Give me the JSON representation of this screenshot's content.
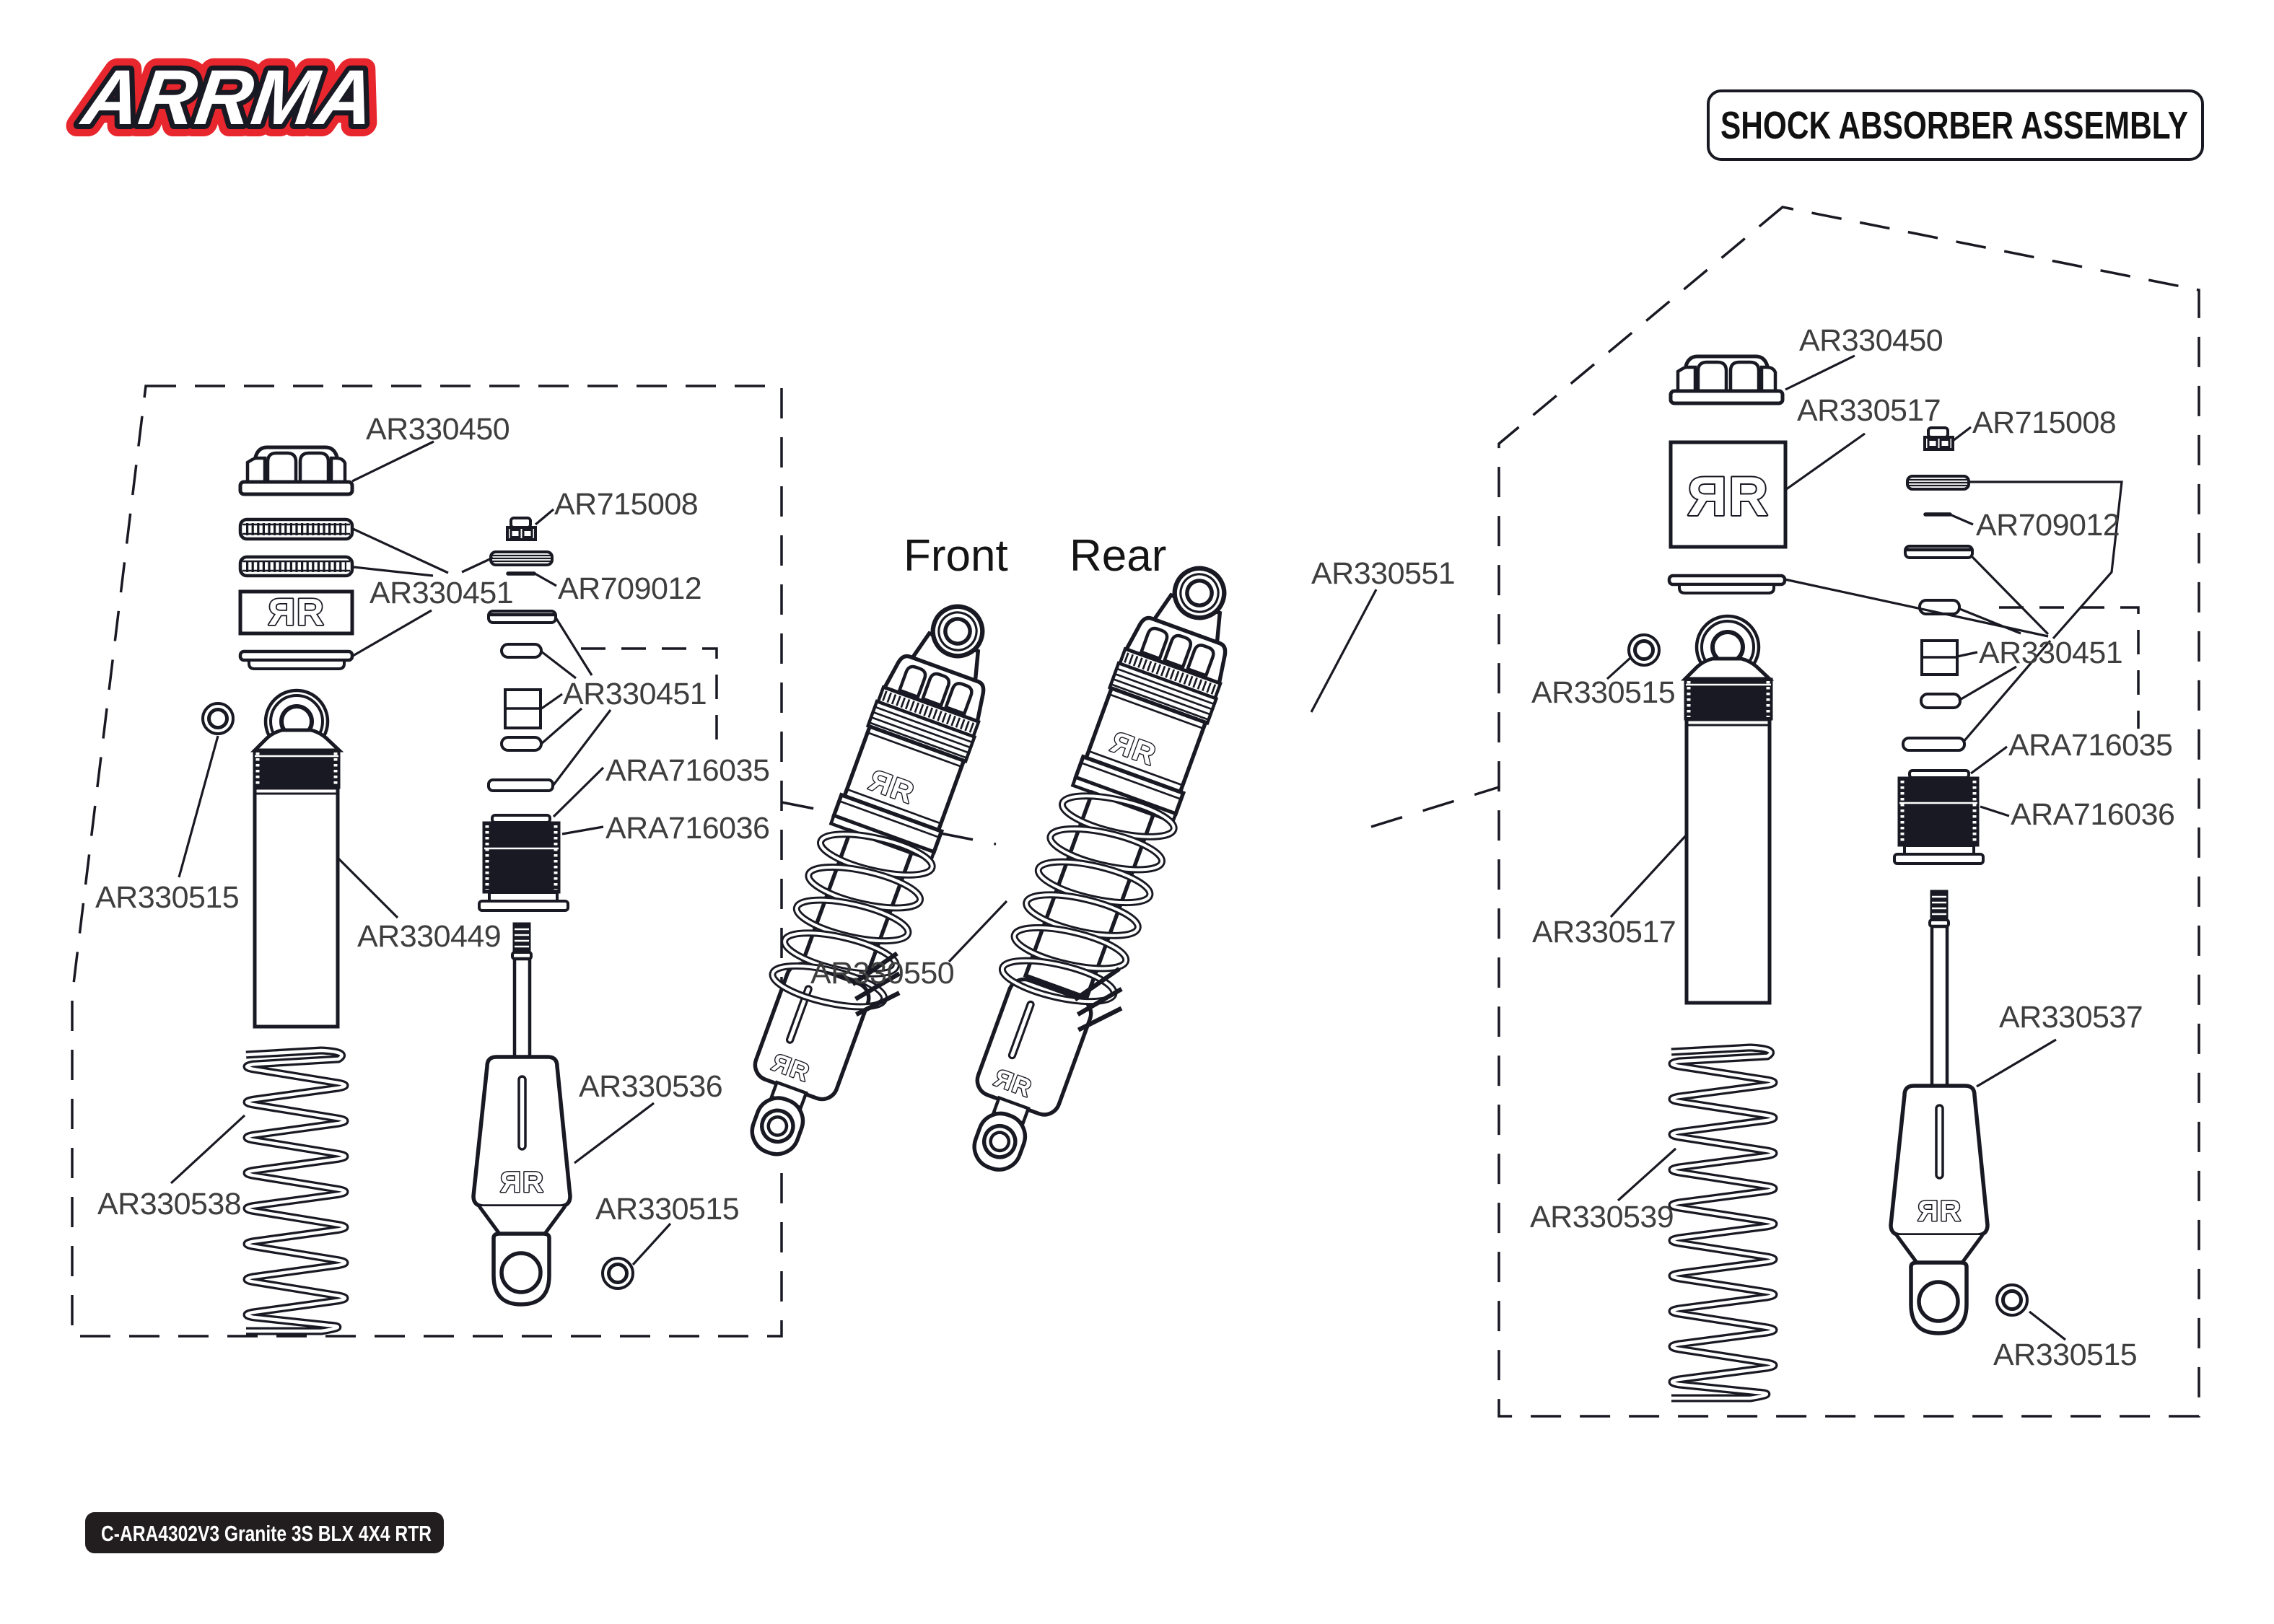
{
  "page": {
    "brand": "ARRMA",
    "title": "SHOCK ABSORBER ASSEMBLY",
    "footer_code": "C-ARA4302V3 Granite 3S BLX 4X4 RTR"
  },
  "sections": {
    "front": "Front",
    "rear": "Rear"
  },
  "colors": {
    "line": "#191923",
    "label": "#3e3e3e",
    "brand_red": "#e8262d",
    "footer_bg": "#221e1f"
  },
  "parts": {
    "ar330450": "AR330450",
    "ar330451": "AR330451",
    "ar330449": "AR330449",
    "ar330515": "AR330515",
    "ar330536": "AR330536",
    "ar330537": "AR330537",
    "ar330538": "AR330538",
    "ar330539": "AR330539",
    "ar330517": "AR330517",
    "ar330550": "AR330550",
    "ar330551": "AR330551",
    "ar715008": "AR715008",
    "ar709012": "AR709012",
    "ara716035": "ARA716035",
    "ara716036": "ARA716036"
  }
}
